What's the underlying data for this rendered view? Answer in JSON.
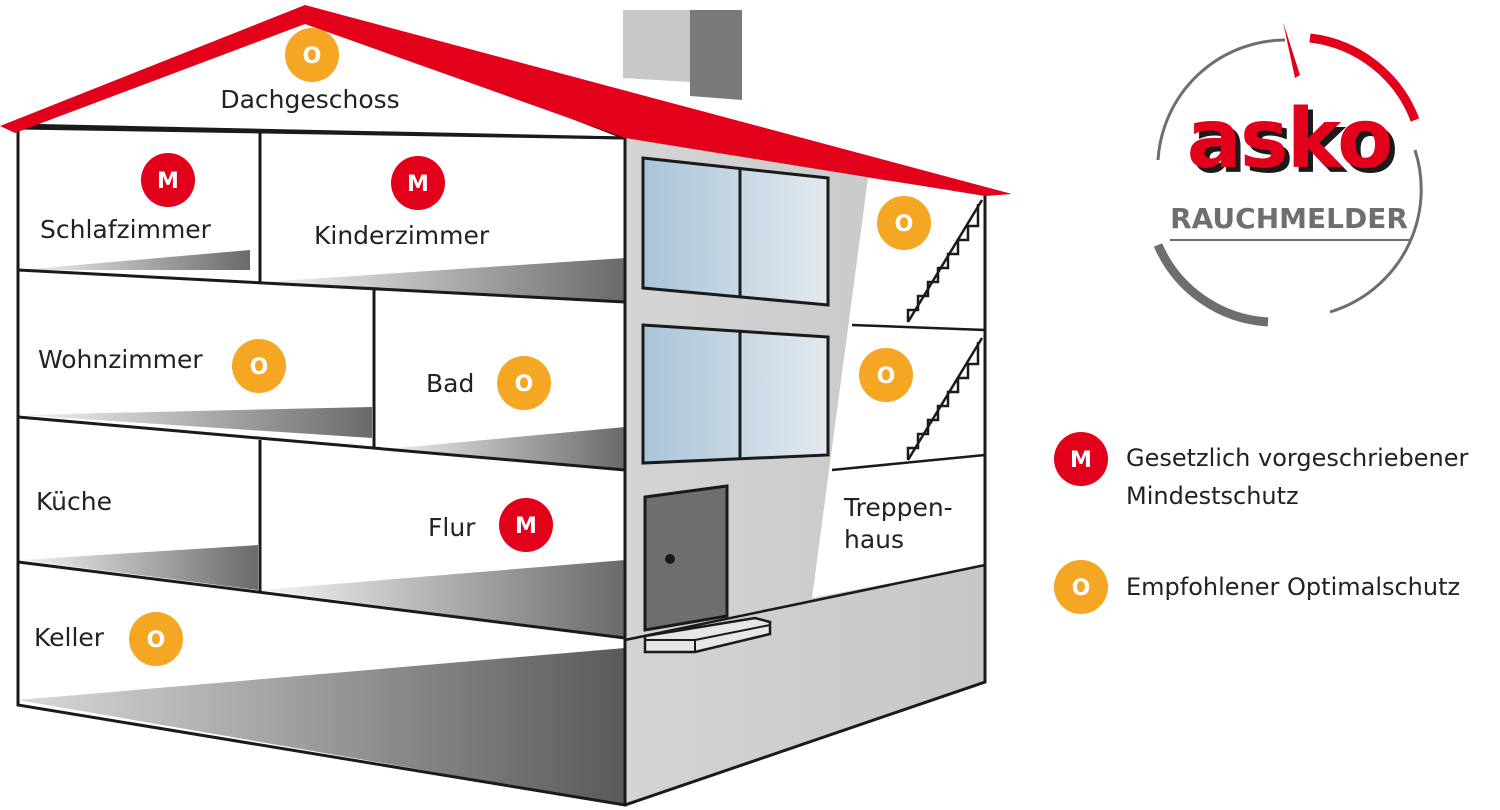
{
  "colors": {
    "roof_red": "#e2001a",
    "mandatory_badge": "#e2001a",
    "optional_badge": "#f5a623",
    "wall_outline": "#1a1a1a",
    "brand_gray": "#6e6e6e"
  },
  "badges": {
    "mandatory_letter": "M",
    "optional_letter": "O"
  },
  "rooms": [
    {
      "id": "dachgeschoss",
      "label": "Dachgeschoss",
      "protection": "optional"
    },
    {
      "id": "schlafzimmer",
      "label": "Schlafzimmer",
      "protection": "mandatory"
    },
    {
      "id": "kinderzimmer",
      "label": "Kinderzimmer",
      "protection": "mandatory"
    },
    {
      "id": "wohnzimmer",
      "label": "Wohnzimmer",
      "protection": "optional"
    },
    {
      "id": "bad",
      "label": "Bad",
      "protection": "optional"
    },
    {
      "id": "kueche",
      "label": "Küche",
      "protection": "none"
    },
    {
      "id": "flur",
      "label": "Flur",
      "protection": "mandatory"
    },
    {
      "id": "keller",
      "label": "Keller",
      "protection": "optional"
    },
    {
      "id": "treppenhaus",
      "label_line1": "Treppen-",
      "label_line2": "haus",
      "protection": "optional"
    }
  ],
  "legend": {
    "mandatory_line1": "Gesetzlich vorgeschriebener",
    "mandatory_line2": "Mindestschutz",
    "optional_line1": "Empfohlener Optimalschutz"
  },
  "brand": {
    "name": "asko",
    "subtitle": "RAUCHMELDER"
  }
}
